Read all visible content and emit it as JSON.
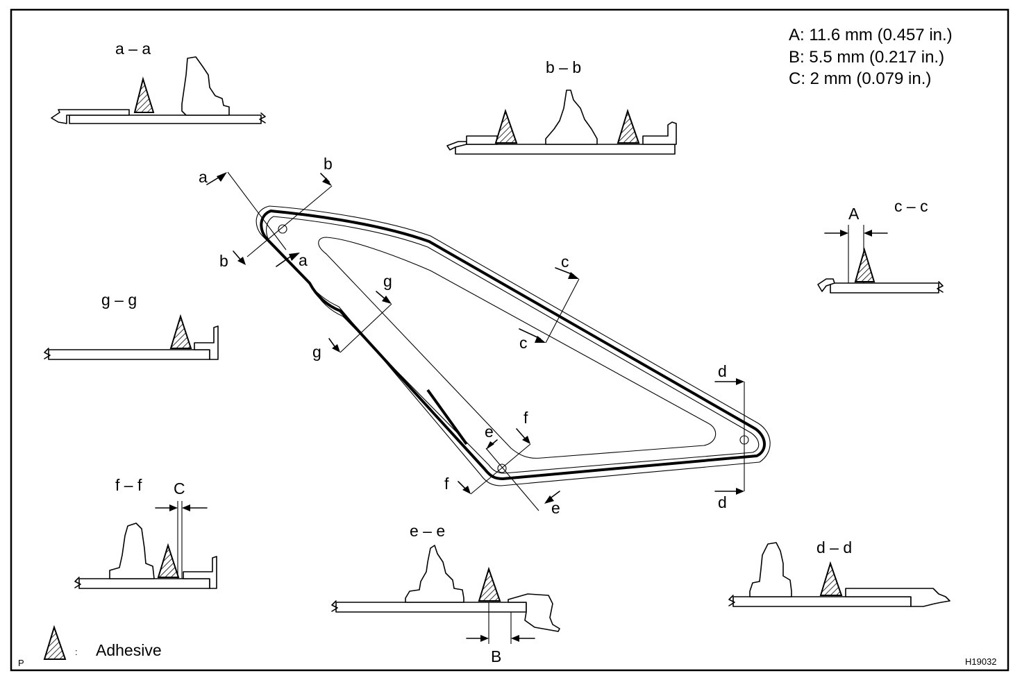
{
  "specs": {
    "a": "A: 11.6 mm (0.457 in.)",
    "b": "B: 5.5 mm (0.217 in.)",
    "c": "C: 2 mm (0.079 in.)"
  },
  "sections": {
    "aa": "a – a",
    "bb": "b – b",
    "cc": "c – c",
    "dd": "d – d",
    "ee": "e – e",
    "ff": "f – f",
    "gg": "g – g"
  },
  "dims": {
    "A": "A",
    "B": "B",
    "C": "C"
  },
  "cut": {
    "a": "a",
    "b": "b",
    "c": "c",
    "d": "d",
    "e": "e",
    "f": "f",
    "g": "g"
  },
  "legend": {
    "colon": ":",
    "text": "Adhesive"
  },
  "corner": {
    "left": "P",
    "code": "H19032"
  }
}
